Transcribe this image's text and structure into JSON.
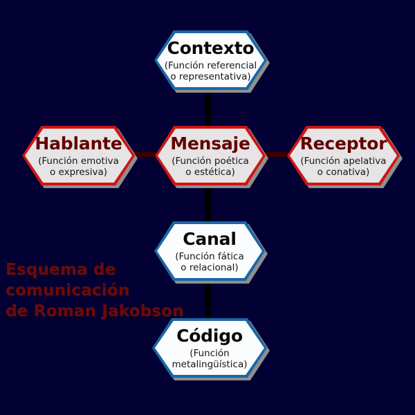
{
  "page": {
    "background_color": "#030034",
    "caption": "Esquema de\ncomunicación\nde Roman Jakobson",
    "caption_color": "#6b0b0b"
  },
  "palette": {
    "blue_border": "#1a66a6",
    "red_border": "#cf1414",
    "node_fill": "#eceded",
    "blue_title_text": "#080808",
    "red_title_text": "#640000",
    "subtitle_text": "#151515",
    "connector_vertical": "#000000",
    "connector_horizontal": "#3d0000",
    "shadow": "#8f8f8f"
  },
  "nodes": [
    {
      "id": "contexto",
      "title": "Contexto",
      "subtitle": "(Función referencial\no representativa)",
      "accent": "blue"
    },
    {
      "id": "hablante",
      "title": "Hablante",
      "subtitle": "(Función emotiva\no expresiva)",
      "accent": "red"
    },
    {
      "id": "mensaje",
      "title": "Mensaje",
      "subtitle": "(Función poética\no estética)",
      "accent": "red"
    },
    {
      "id": "receptor",
      "title": "Receptor",
      "subtitle": "(Función apelativa\no conativa)",
      "accent": "red"
    },
    {
      "id": "canal",
      "title": "Canal",
      "subtitle": "(Función fática\no relacional)",
      "accent": "blue"
    },
    {
      "id": "codigo",
      "title": "Código",
      "subtitle": "(Función\nmetalingüística)",
      "accent": "blue"
    }
  ],
  "connectors": [
    {
      "id": "contexto-mensaje",
      "orientation": "vertical"
    },
    {
      "id": "hablante-mensaje",
      "orientation": "horizontal"
    },
    {
      "id": "mensaje-receptor",
      "orientation": "horizontal"
    },
    {
      "id": "mensaje-canal",
      "orientation": "vertical"
    },
    {
      "id": "canal-codigo",
      "orientation": "vertical"
    }
  ]
}
